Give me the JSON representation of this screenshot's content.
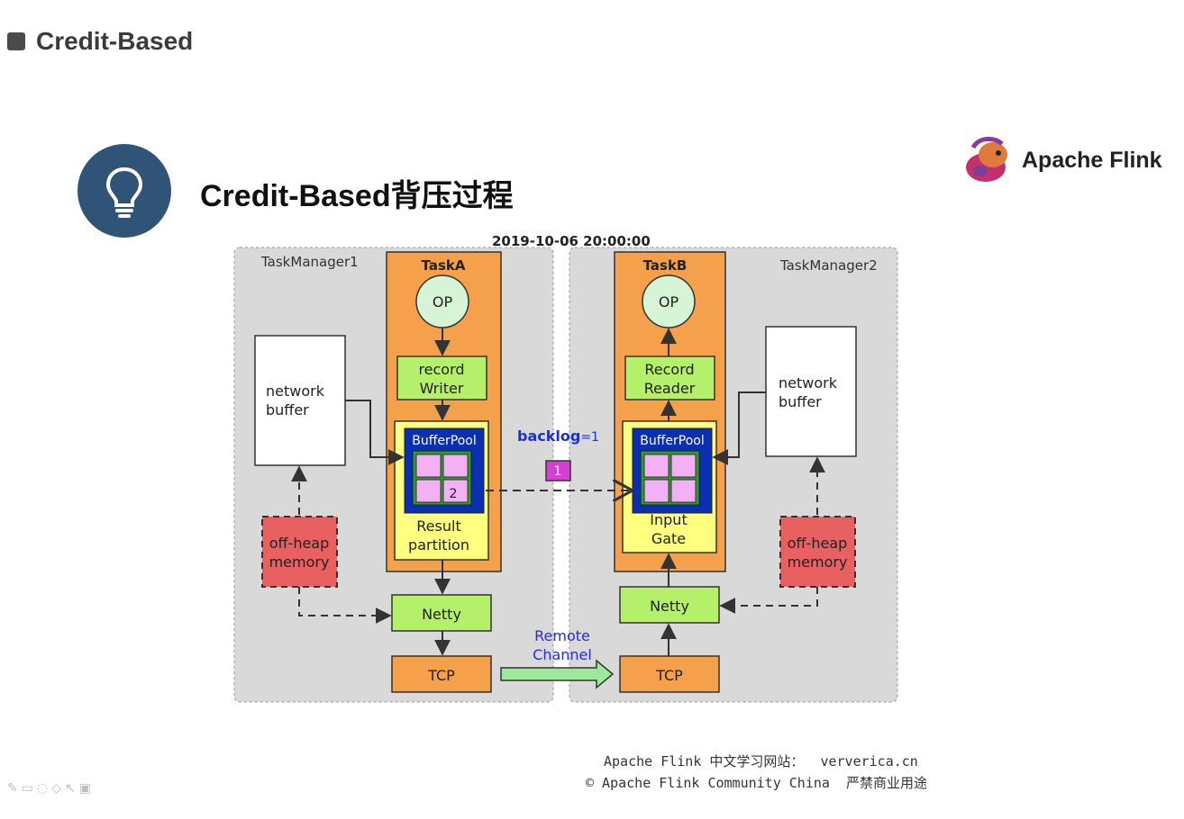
{
  "header": {
    "title": "Credit-Based"
  },
  "slide": {
    "title": "Credit-Based背压过程"
  },
  "brand": {
    "name": "Apache Flink"
  },
  "diagram": {
    "timestamp": "2019-10-06 20:00:00",
    "tm1": {
      "label": "TaskManager1",
      "task": "TaskA",
      "op": "OP",
      "writer": [
        "record",
        "Writer"
      ],
      "network_buffer": [
        "network",
        "buffer"
      ],
      "bufferpool": "BufferPool",
      "buffer_count": "2",
      "result_partition": [
        "Result",
        "partition"
      ],
      "offheap": [
        "off-heap",
        "memory"
      ],
      "netty": "Netty",
      "tcp": "TCP"
    },
    "tm2": {
      "label": "TaskManager2",
      "task": "TaskB",
      "op": "OP",
      "reader": [
        "Record",
        "Reader"
      ],
      "network_buffer": [
        "network",
        "buffer"
      ],
      "bufferpool": "BufferPool",
      "input_gate": [
        "Input",
        "Gate"
      ],
      "offheap": [
        "off-heap",
        "memory"
      ],
      "netty": "Netty",
      "tcp": "TCP"
    },
    "backlog_label": "backlog",
    "backlog_value": "=1",
    "packet": "1",
    "remote_channel": [
      "Remote",
      "Channel"
    ]
  },
  "footer": {
    "line1": "Apache Flink 中文学习网站：  ververica.cn",
    "line2": "© Apache Flink Community China  严禁商业用途"
  },
  "tools": {
    "icons": [
      "pen-icon",
      "marker-icon",
      "lasso-icon",
      "eraser-icon",
      "pointer-icon",
      "screen-icon"
    ]
  }
}
